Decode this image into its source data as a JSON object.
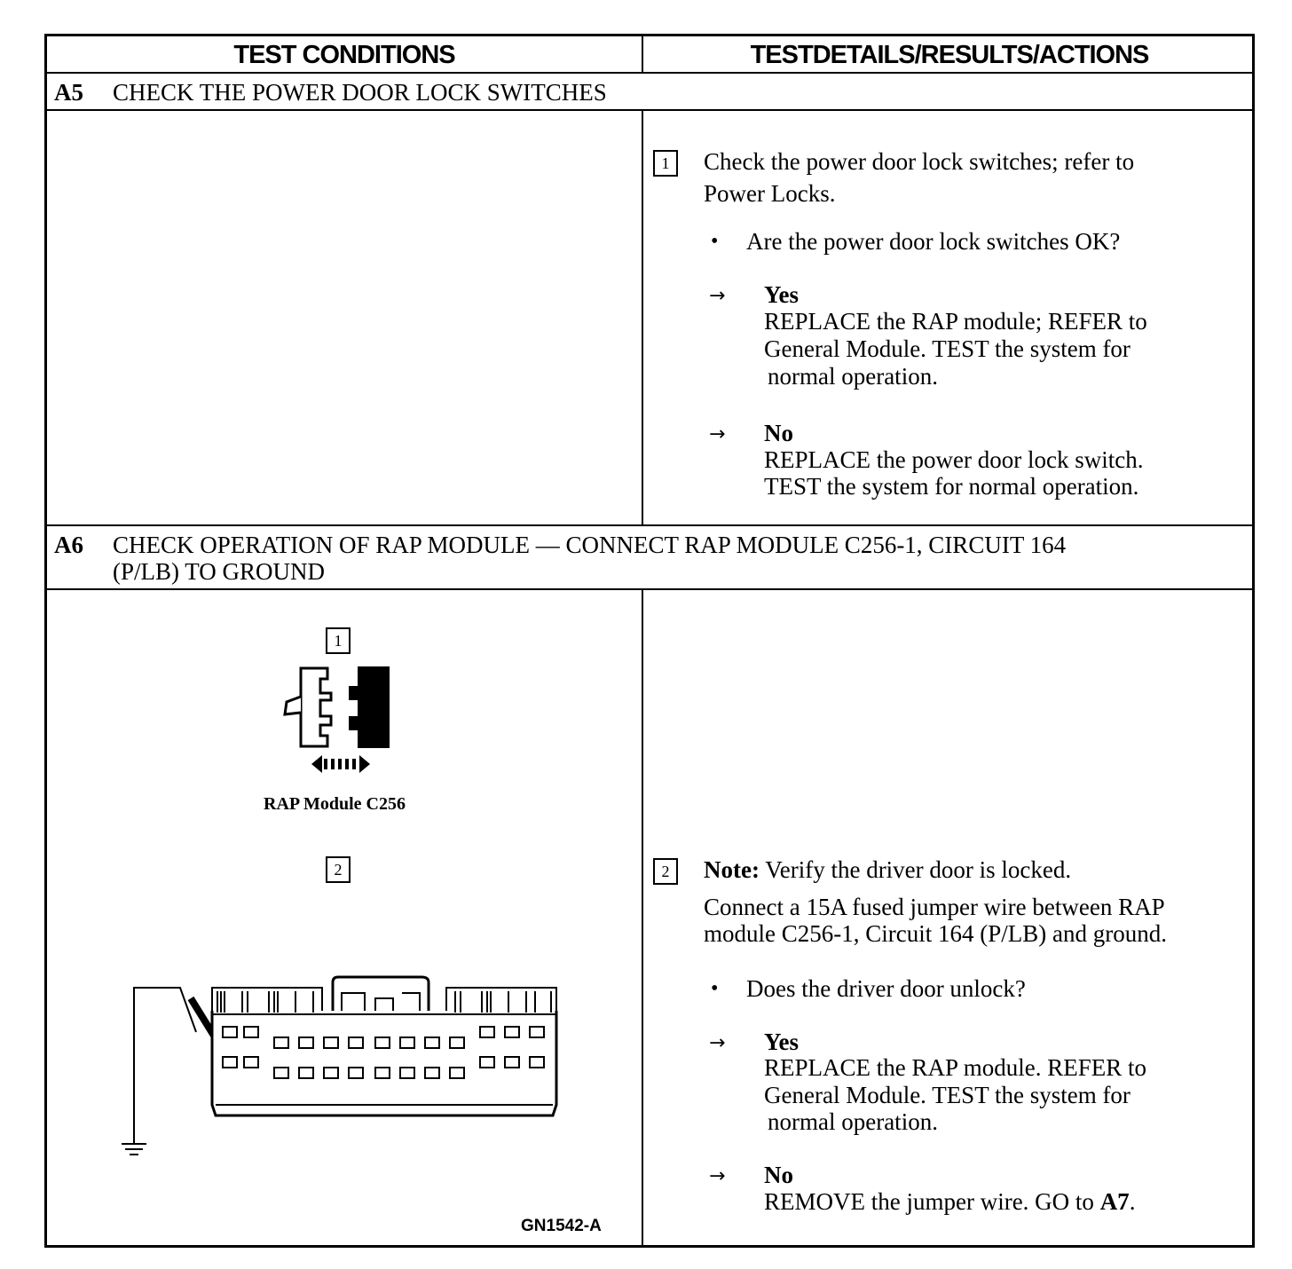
{
  "header": {
    "left": "TEST CONDITIONS",
    "right": "TESTDETAILS/RESULTS/ACTIONS"
  },
  "a5": {
    "id": "A5",
    "title": "CHECK THE POWER DOOR LOCK SWITCHES",
    "step_num": "1",
    "instruction_line1": "Check the power door lock switches; refer to",
    "instruction_line2": "Power Locks.",
    "question": "Are the power door lock switches OK?",
    "bullet": "•",
    "arrow": "→",
    "yes_label": "Yes",
    "yes_line1": "REPLACE the RAP module; REFER to",
    "yes_line2": "General Module. TEST the system for",
    "yes_line3": "normal operation.",
    "no_label": "No",
    "no_line1": "REPLACE the power door lock switch.",
    "no_line2": "TEST the system for normal operation."
  },
  "a6": {
    "id": "A6",
    "title_line1": "CHECK OPERATION OF RAP MODULE — CONNECT RAP MODULE C256-1, CIRCUIT 164",
    "title_line2": "(P/LB) TO GROUND",
    "fig1_num": "1",
    "fig1_caption": "RAP Module C256",
    "fig2_num": "2",
    "figure_id": "GN1542-A",
    "step_num": "2",
    "note_label": "Note:",
    "note_text": " Verify the driver door is locked.",
    "connect_line1": "Connect a 15A fused jumper wire between RAP",
    "connect_line2": "module C256-1, Circuit 164 (P/LB) and ground.",
    "question": "Does the driver door unlock?",
    "bullet": "•",
    "arrow": "→",
    "yes_label": "Yes",
    "yes_line1": "REPLACE the RAP module. REFER to",
    "yes_line2": "General Module. TEST the system for",
    "yes_line3": "normal operation.",
    "no_label": "No",
    "no_line1_prefix": "REMOVE the jumper wire. GO to ",
    "no_line1_ref": "A7",
    "no_line1_suffix": "."
  }
}
